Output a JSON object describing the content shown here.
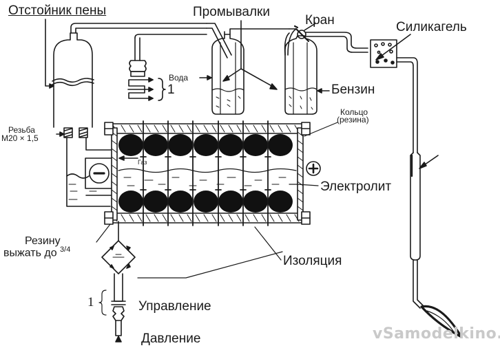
{
  "diagram": {
    "title": "Схема установки (электролизёр с промывалками и горелкой)",
    "labels": {
      "foam_settler": "Отстойник пены",
      "washers": "Промывалки",
      "valve": "Кран",
      "silica_gel": "Силикагель",
      "water": "Вода",
      "gasoline": "Бензин",
      "ring": "Кольцо",
      "ring_material": "(резина)",
      "thread": "Резьба",
      "thread_size": "M20 × 1,5",
      "gas": "Газ",
      "electrolyte": "Электролит",
      "rubber_squeeze_line1": "Резину",
      "rubber_squeeze_line2": "выжать до",
      "rubber_squeeze_fraction": "3/4",
      "insulation": "Изоляция",
      "control": "Управление",
      "pressure": "Давление",
      "bracket_one_top": "1",
      "bracket_one_bottom": "1"
    },
    "polarity": {
      "negative": "−",
      "positive": "+"
    },
    "cell": {
      "electrode_pairs_per_row": 7,
      "rows": 2
    },
    "watermark": "vSamodelkino.ru",
    "colors": {
      "ink": "#1a1a1a",
      "background": "#ffffff",
      "watermark": "#c9c9c9"
    }
  }
}
